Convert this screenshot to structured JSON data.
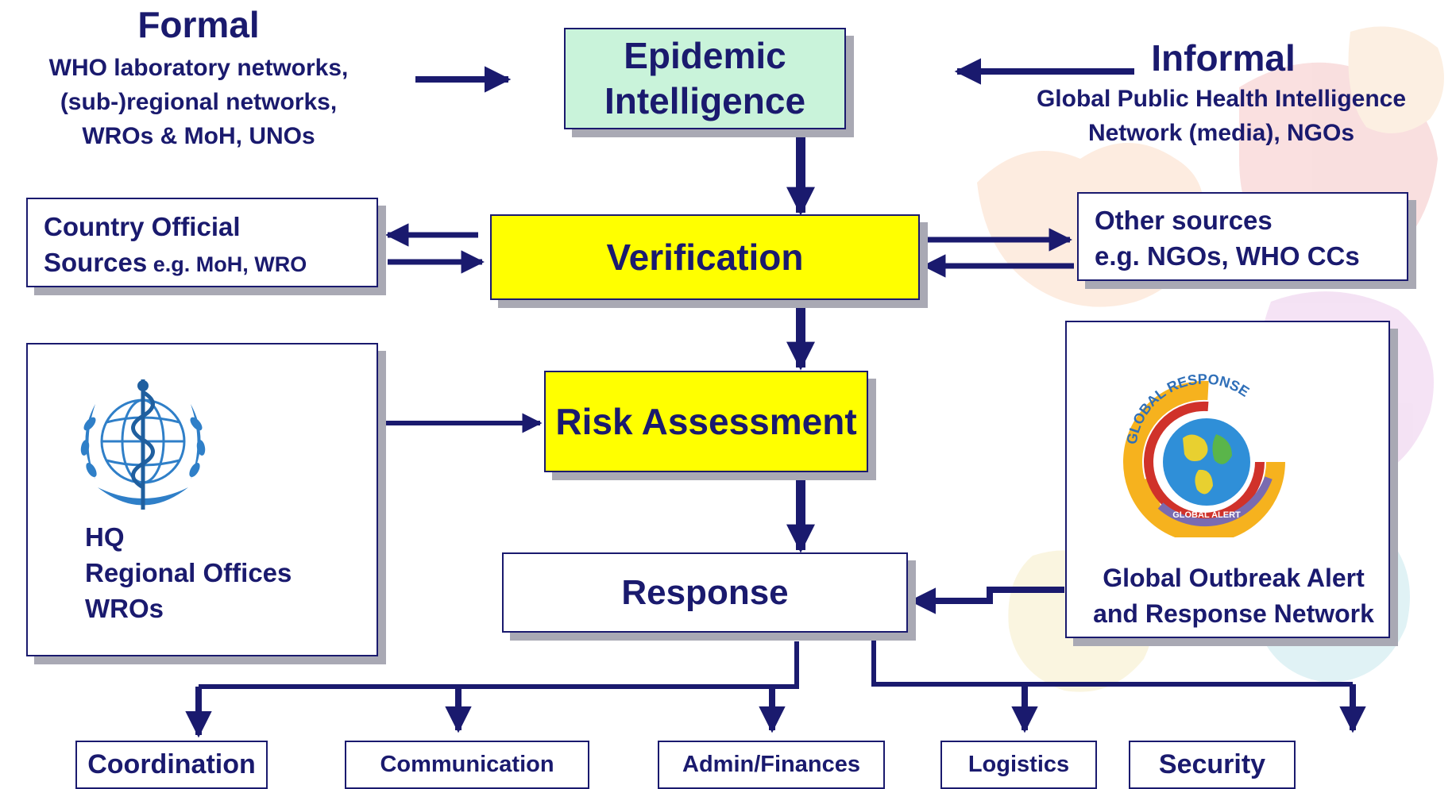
{
  "sources": {
    "formal": {
      "heading": "Formal",
      "lines": [
        "WHO laboratory networks,",
        "(sub-)regional networks,",
        "WROs & MoH, UNOs"
      ]
    },
    "informal": {
      "heading": "Informal",
      "lines": [
        "Global Public Health Intelligence",
        "Network (media), NGOs"
      ]
    }
  },
  "nodes": {
    "epidemic": {
      "line1": "Epidemic",
      "line2": "Intelligence"
    },
    "verification": "Verification",
    "risk": "Risk Assessment",
    "response": "Response"
  },
  "side_boxes": {
    "country": {
      "line1": "Country Official",
      "line2_main": "Sources",
      "line2_small": " e.g. MoH, WRO"
    },
    "other": {
      "line1": "Other sources",
      "line2": "e.g. NGOs, WHO CCs"
    },
    "who": {
      "lines": [
        "HQ",
        "Regional Offices",
        "WROs"
      ]
    },
    "goarn": {
      "line1": "Global Outbreak Alert",
      "line2": "and Response Network",
      "logo_arc_text": "GLOBAL RESPONSE",
      "logo_inner_text": "GLOBAL ALERT"
    }
  },
  "outputs": [
    "Coordination",
    "Communication",
    "Admin/Finances",
    "Logistics",
    "Security"
  ],
  "colors": {
    "navy": "#1a1a6e",
    "green_box": "#c9f3da",
    "yellow_box": "#ffff00",
    "shadow": "#a9a9b4",
    "who_blue": "#2f7fc8"
  }
}
